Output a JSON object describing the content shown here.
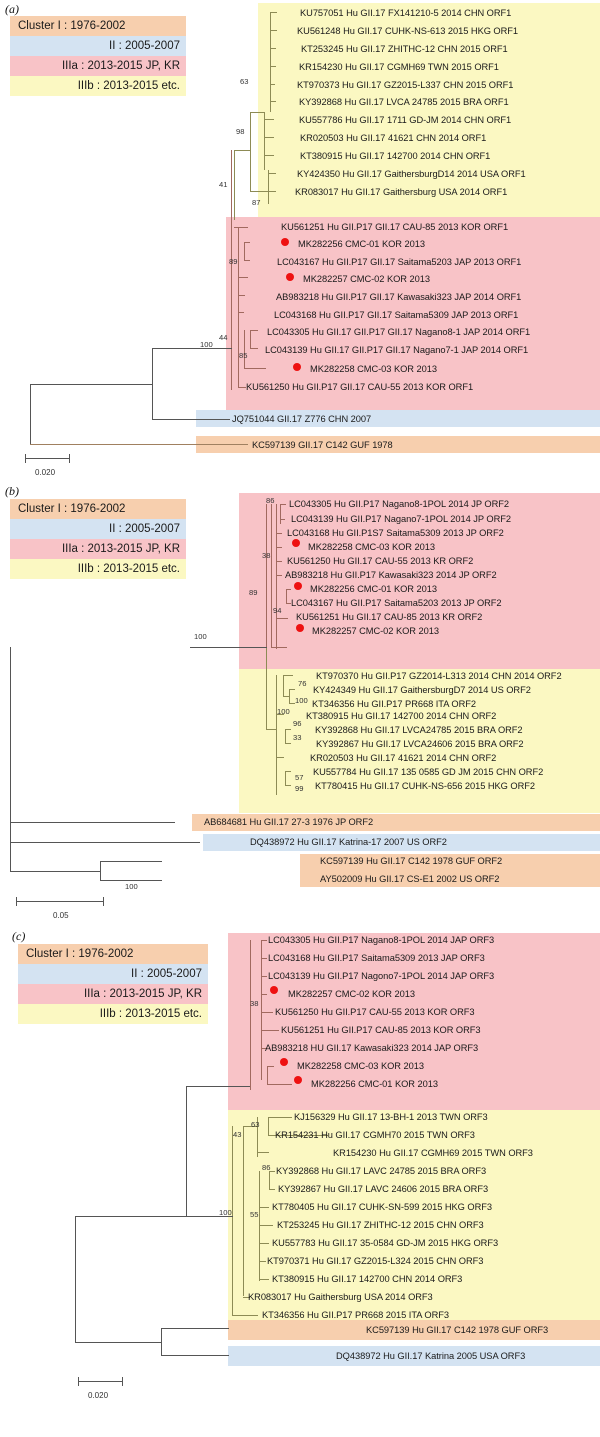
{
  "figure": {
    "colors": {
      "cluster_I": "#f7cfae",
      "cluster_II": "#d4e3f2",
      "cluster_IIIa": "#f8c3c7",
      "cluster_IIIb": "#fbf8c2",
      "branch_pink": "#a1695f",
      "branch_yellow": "#8d8b55",
      "branch_gray": "#555555",
      "marker_red": "#ee1111"
    },
    "legend": [
      {
        "label": "Cluster I : 1976-2002",
        "color_key": "cluster_I"
      },
      {
        "label": "II : 2005-2007",
        "color_key": "cluster_II"
      },
      {
        "label": "IIIa : 2013-2015 JP, KR",
        "color_key": "cluster_IIIa"
      },
      {
        "label": "IIIb : 2013-2015 etc.",
        "color_key": "cluster_IIIb"
      }
    ]
  },
  "panels": [
    {
      "letter": "(a)",
      "scale_label": "0.020",
      "tips": [
        {
          "label": "KU757051 Hu GII.17 FX141210-5 2014 CHN ORF1",
          "cluster": "IIIb",
          "marker": false
        },
        {
          "label": "KU561248 Hu GII.17 CUHK-NS-613 2015 HKG ORF1",
          "cluster": "IIIb",
          "marker": false
        },
        {
          "label": "KT253245 Hu GII.17 ZHITHC-12 CHN 2015 ORF1",
          "cluster": "IIIb",
          "marker": false
        },
        {
          "label": "KR154230 Hu GII.17 CGMH69 TWN 2015 ORF1",
          "cluster": "IIIb",
          "marker": false
        },
        {
          "label": "KT970373 Hu GII.17 GZ2015-L337 CHN 2015 ORF1",
          "cluster": "IIIb",
          "marker": false
        },
        {
          "label": "KY392868 Hu GII.17 LVCA 24785 2015 BRA ORF1",
          "cluster": "IIIb",
          "marker": false
        },
        {
          "label": "KU557786 Hu GII.17 1711 GD-JM 2014 CHN ORF1",
          "cluster": "IIIb",
          "marker": false
        },
        {
          "label": "KR020503 Hu GII.17 41621 CHN 2014 ORF1",
          "cluster": "IIIb",
          "marker": false
        },
        {
          "label": "KT380915 Hu GII.17 142700 2014 CHN ORF1",
          "cluster": "IIIb",
          "marker": false
        },
        {
          "label": "KY424350 Hu GII.17 GaithersburgD14 2014 USA ORF1",
          "cluster": "IIIb",
          "marker": false
        },
        {
          "label": "KR083017 Hu GII.17 Gaithersburg USA 2014 ORF1",
          "cluster": "IIIb",
          "marker": false
        },
        {
          "label": "KU561251 Hu GII.P17 GII.17 CAU-85 2013 KOR ORF1",
          "cluster": "IIIa",
          "marker": false
        },
        {
          "label": "MK282256 CMC-01 KOR 2013",
          "cluster": "IIIa",
          "marker": true
        },
        {
          "label": "LC043167 Hu GII.P17 GII.17 Saitama5203 JAP 2013 ORF1",
          "cluster": "IIIa",
          "marker": false
        },
        {
          "label": "MK282257 CMC-02 KOR 2013",
          "cluster": "IIIa",
          "marker": true
        },
        {
          "label": "AB983218 Hu GII.P17 GII.17 Kawasaki323 JAP 2014 ORF1",
          "cluster": "IIIa",
          "marker": false
        },
        {
          "label": "LC043168 Hu GII.P17 GII.17 Saitama5309 JAP 2013 ORF1",
          "cluster": "IIIa",
          "marker": false
        },
        {
          "label": "LC043305 Hu GII.17 GII.P17 GII.17 Nagano8-1 JAP 2014 ORF1",
          "cluster": "IIIa",
          "marker": false
        },
        {
          "label": "LC043139 Hu GII.17 GII.P17 GII.17 Nagano7-1 JAP 2014 ORF1",
          "cluster": "IIIa",
          "marker": false
        },
        {
          "label": "MK282258 CMC-03 KOR 2013",
          "cluster": "IIIa",
          "marker": true
        },
        {
          "label": "KU561250 Hu GII.P17 GII.17 CAU-55 2013 KOR ORF1",
          "cluster": "IIIa",
          "marker": false
        },
        {
          "label": "JQ751044 GII.17 Z776 CHN 2007",
          "cluster": "II",
          "marker": false
        },
        {
          "label": "KC597139 GII.17 C142 GUF 1978",
          "cluster": "I",
          "marker": false
        }
      ],
      "bootstraps": [
        "63",
        "98",
        "41",
        "87",
        "89",
        "44",
        "100",
        "85"
      ]
    },
    {
      "letter": "(b)",
      "scale_label": "0.05",
      "tips": [
        {
          "label": "LC043305 Hu GII.P17 Nagano8-1POL 2014 JP ORF2",
          "cluster": "IIIa",
          "marker": false
        },
        {
          "label": "LC043139 Hu GII.P17 Nagano7-1POL 2014 JP ORF2",
          "cluster": "IIIa",
          "marker": false
        },
        {
          "label": "LC043168 Hu GII.P1S7 Saitama5309 2013 JP ORF2",
          "cluster": "IIIa",
          "marker": false
        },
        {
          "label": "MK282258 CMC-03 KOR 2013",
          "cluster": "IIIa",
          "marker": true
        },
        {
          "label": "KU561250 Hu GII.17 CAU-55 2013 KR ORF2",
          "cluster": "IIIa",
          "marker": false
        },
        {
          "label": "AB983218 Hu GII.P17 Kawasaki323 2014 JP ORF2",
          "cluster": "IIIa",
          "marker": false
        },
        {
          "label": "MK282256 CMC-01 KOR 2013",
          "cluster": "IIIa",
          "marker": true
        },
        {
          "label": "LC043167 Hu GII.P17 Saitama5203 2013 JP ORF2",
          "cluster": "IIIa",
          "marker": false
        },
        {
          "label": "KU561251 Hu GII.17 CAU-85 2013 KR ORF2",
          "cluster": "IIIa",
          "marker": false
        },
        {
          "label": "MK282257 CMC-02 KOR 2013",
          "cluster": "IIIa",
          "marker": true
        },
        {
          "label": "KT970370 Hu GII.P17 GZ2014-L313 2014 CHN 2014 ORF2",
          "cluster": "IIIb",
          "marker": false
        },
        {
          "label": "KY424349 Hu GII.17 GaithersburgD7 2014 US ORF2",
          "cluster": "IIIb",
          "marker": false
        },
        {
          "label": "KT346356 Hu GII.P17 PR668 ITA ORF2",
          "cluster": "IIIb",
          "marker": false
        },
        {
          "label": "KT380915 Hu GII.17 142700 2014 CHN ORF2",
          "cluster": "IIIb",
          "marker": false
        },
        {
          "label": "KY392868 Hu GII.17 LVCA24785 2015 BRA ORF2",
          "cluster": "IIIb",
          "marker": false
        },
        {
          "label": "KY392867 Hu GII.17 LVCA24606 2015 BRA ORF2",
          "cluster": "IIIb",
          "marker": false
        },
        {
          "label": "KR020503 Hu GII.17 41621 2014 CHN ORF2",
          "cluster": "IIIb",
          "marker": false
        },
        {
          "label": "KU557784 Hu GII.17 135 0585 GD JM 2015 CHN ORF2",
          "cluster": "IIIb",
          "marker": false
        },
        {
          "label": "KT780415 Hu GII.17 CUHK-NS-656 2015 HKG ORF2",
          "cluster": "IIIb",
          "marker": false
        },
        {
          "label": "AB684681 Hu GII.17 27-3 1976 JP ORF2",
          "cluster": "I",
          "marker": false
        },
        {
          "label": "DQ438972 Hu GII.17 Katrina-17 2007 US ORF2",
          "cluster": "II",
          "marker": false
        },
        {
          "label": "KC597139 Hu GII.17 C142 1978 GUF ORF2",
          "cluster": "I",
          "marker": false
        },
        {
          "label": "AY502009 Hu GII.17 CS-E1 2002 US ORF2",
          "cluster": "I",
          "marker": false
        }
      ],
      "bootstraps": [
        "86",
        "38",
        "89",
        "94",
        "100",
        "76",
        "100",
        "100",
        "96",
        "33",
        "57",
        "99",
        "100"
      ]
    },
    {
      "letter": "(c)",
      "scale_label": "0.020",
      "tips": [
        {
          "label": "LC043305 Hu GII.P17 Nagano8-1POL 2014 JAP ORF3",
          "cluster": "IIIa",
          "marker": false
        },
        {
          "label": "LC043168 Hu GII.P17 Saitama5309 2013 JAP ORF3",
          "cluster": "IIIa",
          "marker": false
        },
        {
          "label": "LC043139 Hu GII.P17 Nagono7-1POL 2014 JAP ORF3",
          "cluster": "IIIa",
          "marker": false
        },
        {
          "label": "MK282257 CMC-02 KOR 2013",
          "cluster": "IIIa",
          "marker": true
        },
        {
          "label": "KU561250 Hu GII.P17 CAU-55 2013 KOR ORF3",
          "cluster": "IIIa",
          "marker": false
        },
        {
          "label": "KU561251 Hu GII.P17 CAU-85 2013 KOR ORF3",
          "cluster": "IIIa",
          "marker": false
        },
        {
          "label": "AB983218 HU GII.17 Kawasaki323 2014 JAP ORF3",
          "cluster": "IIIa",
          "marker": false
        },
        {
          "label": "MK282258 CMC-03 KOR 2013",
          "cluster": "IIIa",
          "marker": true
        },
        {
          "label": "MK282256 CMC-01 KOR 2013",
          "cluster": "IIIa",
          "marker": true
        },
        {
          "label": "KJ156329 Hu GII.17 13-BH-1 2013 TWN ORF3",
          "cluster": "IIIb",
          "marker": false
        },
        {
          "label": "KR154231 Hu GII.17 CGMH70 2015 TWN ORF3",
          "cluster": "IIIb",
          "marker": false
        },
        {
          "label": "KR154230 Hu GII.17 CGMH69 2015 TWN ORF3",
          "cluster": "IIIb",
          "marker": false
        },
        {
          "label": "KY392868 Hu GII.17 LAVC 24785 2015 BRA ORF3",
          "cluster": "IIIb",
          "marker": false
        },
        {
          "label": "KY392867 Hu GII.17 LAVC 24606 2015 BRA ORF3",
          "cluster": "IIIb",
          "marker": false
        },
        {
          "label": "KT780405 Hu GII.17 CUHK-SN-599 2015 HKG ORF3",
          "cluster": "IIIb",
          "marker": false
        },
        {
          "label": "KT253245 Hu GII.17 ZHITHC-12 2015 CHN ORF3",
          "cluster": "IIIb",
          "marker": false
        },
        {
          "label": "KU557783 Hu GII.17 35-0584 GD-JM 2015 HKG ORF3",
          "cluster": "IIIb",
          "marker": false
        },
        {
          "label": "KT970371 Hu GII.17 GZ2015-L324 2015 CHN ORF3",
          "cluster": "IIIb",
          "marker": false
        },
        {
          "label": "KT380915 Hu GII.17 142700 CHN 2014 ORF3",
          "cluster": "IIIb",
          "marker": false
        },
        {
          "label": "KR083017 Hu Gaithersburg USA 2014 ORF3",
          "cluster": "IIIb",
          "marker": false
        },
        {
          "label": "KT346356 Hu GII.P17 PR668 2015 ITA ORF3",
          "cluster": "IIIb",
          "marker": false
        },
        {
          "label": "KC597139 Hu GII.17 C142 1978 GUF ORF3",
          "cluster": "I",
          "marker": false
        },
        {
          "label": "DQ438972 Hu GII.17 Katrina 2005 USA ORF3",
          "cluster": "II",
          "marker": false
        }
      ],
      "bootstraps": [
        "38",
        "63",
        "43",
        "86",
        "55",
        "100"
      ]
    }
  ]
}
